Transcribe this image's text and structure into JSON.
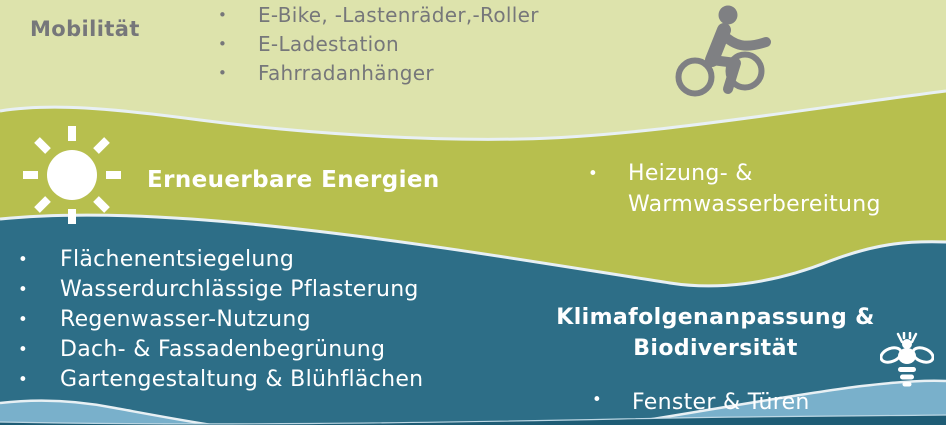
{
  "bullet": "•",
  "colors": {
    "band_mobility": "#dde3ac",
    "band_energy": "#b7bf4e",
    "band_climate": "#2d6e87",
    "band_windows": "#79b0cb",
    "band_bottom": "#1e5c75",
    "wave_outline": "#e8f0f4",
    "text_gray": "#76777a",
    "text_white": "#ffffff",
    "icon_gray": "#7f8083"
  },
  "mobility": {
    "title": "Mobilität",
    "items": [
      "E-Bike, -Lastenräder,-Roller",
      "E-Ladestation",
      "Fahrradanhänger"
    ],
    "icon": "cyclist-icon"
  },
  "energy": {
    "title": "Erneuerbare Energien",
    "items": [
      "Heizung- & Warmwasserbereitung"
    ],
    "icon": "sun-icon"
  },
  "climate": {
    "title": "Klimafolgenanpassung & Biodiversität",
    "items": [
      "Flächenentsiegelung",
      "Wasserdurchlässige Pflasterung",
      "Regenwasser-Nutzung",
      "Dach- & Fassadenbegrünung",
      "Gartengestaltung & Blühflächen"
    ],
    "icon": "bee-icon"
  },
  "windows": {
    "items": [
      "Fenster & Türen"
    ]
  }
}
